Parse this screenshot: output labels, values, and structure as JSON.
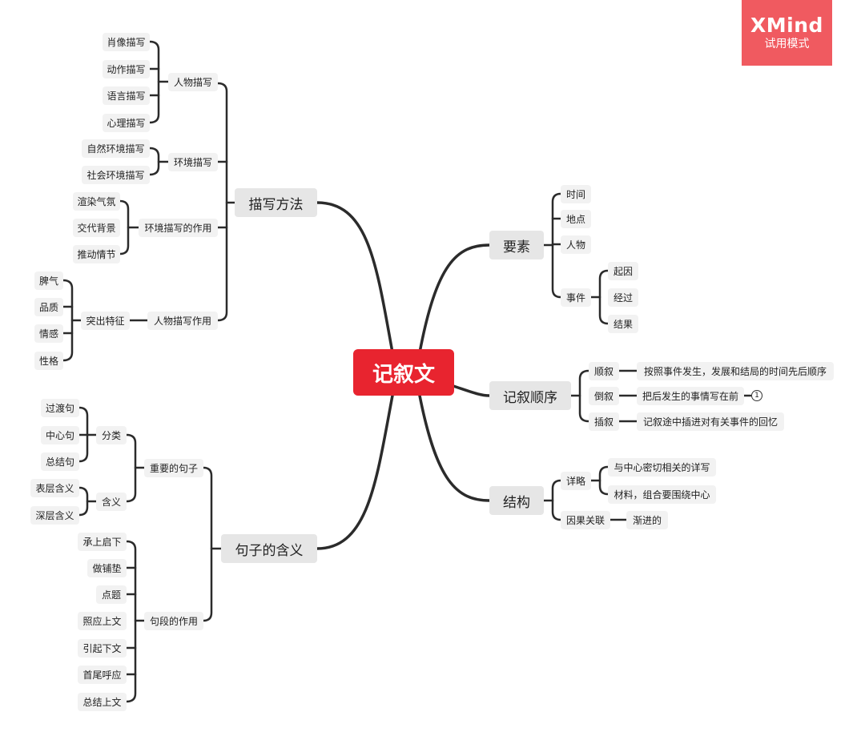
{
  "watermark": {
    "brand": "XMind",
    "mode": "试用模式"
  },
  "root": "记叙文",
  "left": {
    "miaoxie": {
      "title": "描写方法",
      "renwu": {
        "label": "人物描写",
        "items": [
          "肖像描写",
          "动作描写",
          "语言描写",
          "心理描写"
        ]
      },
      "huanjing": {
        "label": "环境描写",
        "items": [
          "自然环境描写",
          "社会环境描写"
        ]
      },
      "huanjing_zuoyong": {
        "label": "环境描写的作用",
        "items": [
          "渲染气氛",
          "交代背景",
          "推动情节"
        ]
      },
      "renwu_zuoyong": {
        "label": "人物描写作用",
        "sub": {
          "label": "突出特征",
          "items": [
            "脾气",
            "品质",
            "情感",
            "性格"
          ]
        }
      }
    },
    "juzi": {
      "title": "句子的含义",
      "zhongyao": {
        "label": "重要的句子",
        "fenlei": {
          "label": "分类",
          "items": [
            "过渡句",
            "中心句",
            "总结句"
          ]
        },
        "hanyi": {
          "label": "含义",
          "items": [
            "表层含义",
            "深层含义"
          ]
        }
      },
      "juduan": {
        "label": "句段的作用",
        "items": [
          "承上启下",
          "做铺垫",
          "点题",
          "照应上文",
          "引起下文",
          "首尾呼应",
          "总结上文"
        ]
      }
    }
  },
  "right": {
    "yaosu": {
      "title": "要素",
      "items": [
        "时间",
        "地点",
        "人物"
      ],
      "shijian": {
        "label": "事件",
        "items": [
          "起因",
          "经过",
          "结果"
        ]
      }
    },
    "shunxu": {
      "title": "记叙顺序",
      "items": [
        {
          "label": "顺叙",
          "desc": "按照事件发生，发展和结局的时间先后顺序"
        },
        {
          "label": "倒叙",
          "desc": "把后发生的事情写在前"
        },
        {
          "label": "插叙",
          "desc": "记叙途中插进对有关事件的回忆"
        }
      ],
      "badge": "1"
    },
    "jiegou": {
      "title": "结构",
      "xianglue": {
        "label": "详略",
        "items": [
          "与中心密切相关的详写",
          "材料，组合要围绕中心"
        ]
      },
      "yinguo": {
        "label": "因果关联",
        "items": [
          "渐进的"
        ]
      }
    }
  }
}
